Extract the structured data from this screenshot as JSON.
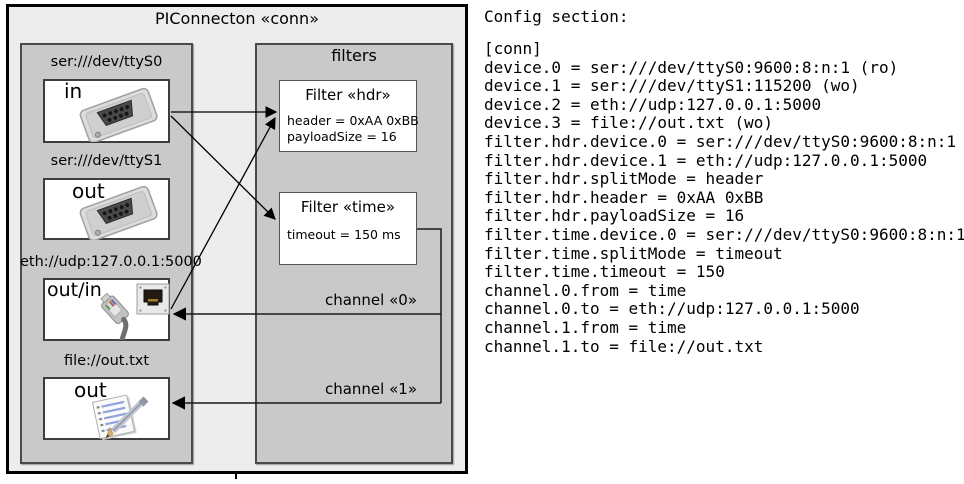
{
  "diagram": {
    "title": "PIConnecton «conn»",
    "devices_panel": {
      "devices": [
        {
          "label": "ser:///dev/ttyS0",
          "direction": "in",
          "icon": "serial-connector-icon"
        },
        {
          "label": "ser:///dev/ttyS1",
          "direction": "out",
          "icon": "serial-connector-icon"
        },
        {
          "label": "eth://udp:127.0.0.1:5000",
          "direction": "out/in",
          "icon": "ethernet-icon"
        },
        {
          "label": "file://out.txt",
          "direction": "out",
          "icon": "note-pencil-icon"
        }
      ]
    },
    "filters_panel": {
      "title": "filters",
      "filters": [
        {
          "title": "Filter «hdr»",
          "properties": [
            "header = 0xAA 0xBB",
            "payloadSize = 16"
          ]
        },
        {
          "title": "Filter «time»",
          "properties": [
            "timeout = 150 ms"
          ]
        }
      ]
    },
    "channels": [
      {
        "label": "channel «0»"
      },
      {
        "label": "channel «1»"
      }
    ],
    "colors": {
      "outer_fill": "#ededed",
      "panel_fill": "#c9c9c9",
      "box_fill": "#ffffff",
      "line": "#000000"
    }
  },
  "config_panel": {
    "heading": "Config section:",
    "lines": [
      "[conn]",
      "device.0 = ser:///dev/ttyS0:9600:8:n:1 (ro)",
      "device.1 = ser:///dev/ttyS1:115200 (wo)",
      "device.2 = eth://udp:127.0.0.1:5000",
      "device.3 = file://out.txt (wo)",
      "filter.hdr.device.0 = ser:///dev/ttyS0:9600:8:n:1",
      "filter.hdr.device.1 = eth://udp:127.0.0.1:5000",
      "filter.hdr.splitMode = header",
      "filter.hdr.header = 0xAA 0xBB",
      "filter.hdr.payloadSize = 16",
      "filter.time.device.0 = ser:///dev/ttyS0:9600:8:n:1",
      "filter.time.splitMode = timeout",
      "filter.time.timeout = 150",
      "channel.0.from = time",
      "channel.0.to = eth://udp:127.0.0.1:5000",
      "channel.1.from = time",
      "channel.1.to = file://out.txt"
    ]
  }
}
